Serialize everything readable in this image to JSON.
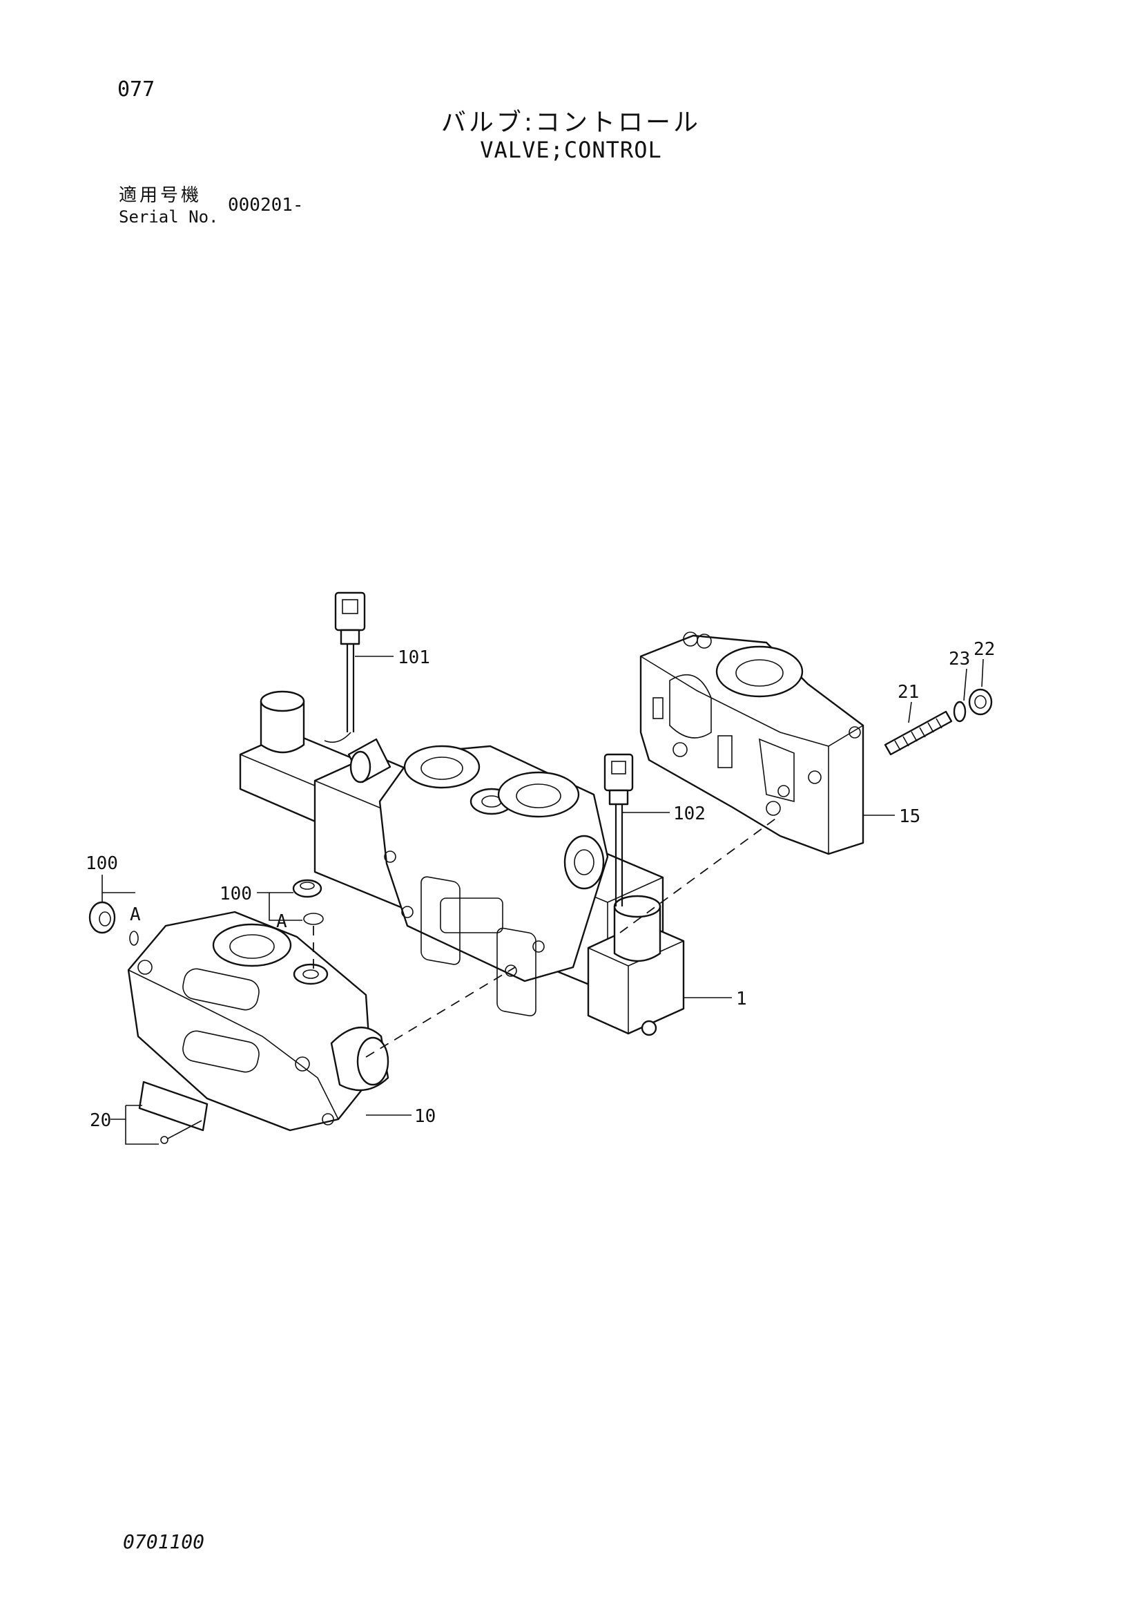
{
  "header": {
    "page_number": "077",
    "title_jp": "バルブ:コントロール",
    "title_en": "VALVE;CONTROL",
    "serial_label_jp": "適用号機",
    "serial_label_en": "Serial No.",
    "serial_value": "000201-"
  },
  "callouts": {
    "c1": "1",
    "c10": "10",
    "c15": "15",
    "c20": "20",
    "c21": "21",
    "c22": "22",
    "c23": "23",
    "c100a": "100",
    "c100b": "100",
    "c101": "101",
    "c102": "102",
    "detail_a1": "A",
    "detail_a2": "A"
  },
  "footer": {
    "doc_code": "0701100"
  }
}
